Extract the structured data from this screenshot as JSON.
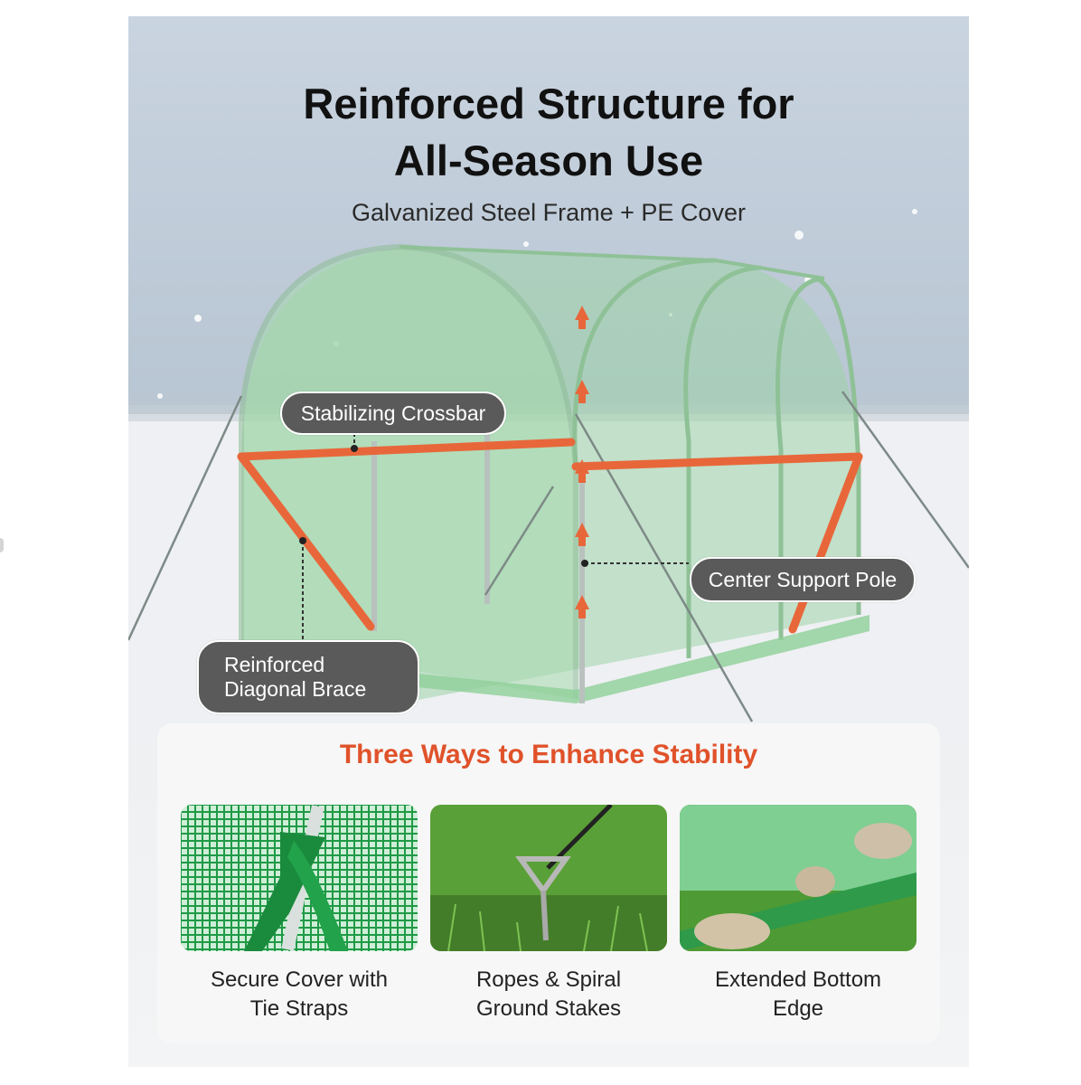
{
  "header": {
    "title_line1": "Reinforced Structure for",
    "title_line2": "All-Season Use",
    "subtitle": "Galvanized Steel Frame + PE Cover"
  },
  "callouts": {
    "crossbar": "Stabilizing Crossbar",
    "center_pole": "Center Support Pole",
    "diagonal_line1": "Reinforced",
    "diagonal_line2": "Diagonal Brace"
  },
  "stability": {
    "title": "Three Ways to Enhance Stability",
    "items": [
      {
        "caption_line1": "Secure Cover with",
        "caption_line2": "Tie Straps",
        "icon": "tie-strap-photo"
      },
      {
        "caption_line1": "Ropes & Spiral",
        "caption_line2": "Ground Stakes",
        "icon": "ground-stake-photo"
      },
      {
        "caption_line1": "Extended Bottom",
        "caption_line2": "Edge",
        "icon": "bottom-edge-photo"
      }
    ]
  },
  "colors": {
    "accent_orange": "#e0522a",
    "cover_green": "#7fc98f",
    "callout_gray": "#5a5a5a"
  }
}
